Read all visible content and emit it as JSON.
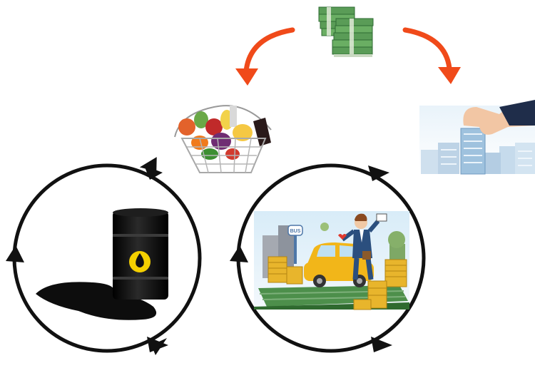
{
  "diagram": {
    "colors": {
      "accent_arrow": "#f04a1a",
      "cycle_arrow": "#111111",
      "oil": "#0d0d0d",
      "money": "#4f9a52",
      "coins": "#e8b52c",
      "car": "#f2b619",
      "sky": "#cfe6f5"
    },
    "nodes": [
      {
        "id": "money",
        "icon": "money-stacks-icon"
      },
      {
        "id": "groceries",
        "icon": "grocery-basket-icon"
      },
      {
        "id": "real_estate",
        "icon": "hand-building-icon"
      },
      {
        "id": "oil",
        "icon": "oil-barrel-icon"
      },
      {
        "id": "lifestyle",
        "icon": "car-money-man-icon"
      }
    ],
    "lifestyle": {
      "bus_sign": "BUS"
    }
  }
}
